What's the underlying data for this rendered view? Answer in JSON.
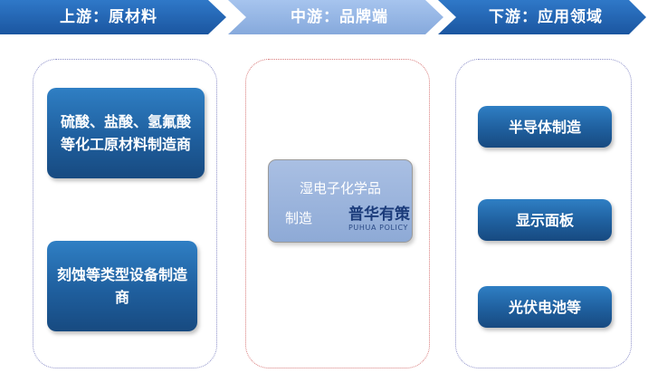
{
  "header": {
    "stages": [
      {
        "label": "上游：原材料"
      },
      {
        "label": "中游：品牌端"
      },
      {
        "label": "下游：应用领域"
      }
    ],
    "colors": {
      "dark_blue": "#205fa8",
      "light_blue": "#8fb3e6"
    }
  },
  "upstream": {
    "items": [
      {
        "label": "硫酸、盐酸、氢氟酸等化工原材料制造商"
      },
      {
        "label": "刻蚀等类型设备制造商"
      }
    ]
  },
  "midstream": {
    "item": {
      "line1": "湿电子化学品",
      "line2": "制造"
    },
    "watermark": {
      "cn": "普华有策",
      "en": "PUHUA POLICY"
    }
  },
  "downstream": {
    "items": [
      {
        "label": "半导体制造"
      },
      {
        "label": "显示面板"
      },
      {
        "label": "光伏电池等"
      }
    ]
  }
}
